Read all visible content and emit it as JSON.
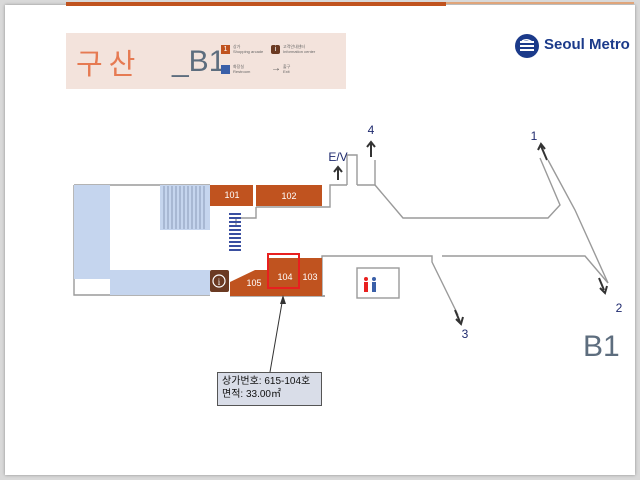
{
  "header": {
    "station_name": "구산",
    "floor_label": "_B1",
    "legend": [
      {
        "icon": "shop-number-icon",
        "icon_text": "1",
        "label_ko": "상가",
        "label_en": "Shopping arcade",
        "color": "#c0531f"
      },
      {
        "icon": "information-icon",
        "icon_text": "i",
        "label_ko": "고객안내센터",
        "label_en": "Information center",
        "color": "#6b3a22"
      },
      {
        "icon": "restroom-icon",
        "icon_text": "",
        "label_ko": "화장실",
        "label_en": "Restroom",
        "color": "#3a5fa8"
      },
      {
        "icon": "exit-arrow-icon",
        "icon_text": "→",
        "label_ko": "출구",
        "label_en": "Exit",
        "color": "#555555"
      }
    ]
  },
  "logo": {
    "text": "Seoul Metro",
    "color": "#1b3a8a"
  },
  "map": {
    "floor": "B1",
    "shops": [
      "101",
      "102",
      "103",
      "104",
      "105"
    ],
    "exits": [
      "1",
      "2",
      "3",
      "4"
    ],
    "elevator": "E/V",
    "highlighted_shop": "104",
    "colors": {
      "shop": "#c0531f",
      "platform": "#c5d5ee",
      "highlight": "#e8201f",
      "exit_number": "#1f2a6e"
    }
  },
  "callout": {
    "line1": "상가번호: 615-104호",
    "line2": "면적: 33.00㎡"
  }
}
